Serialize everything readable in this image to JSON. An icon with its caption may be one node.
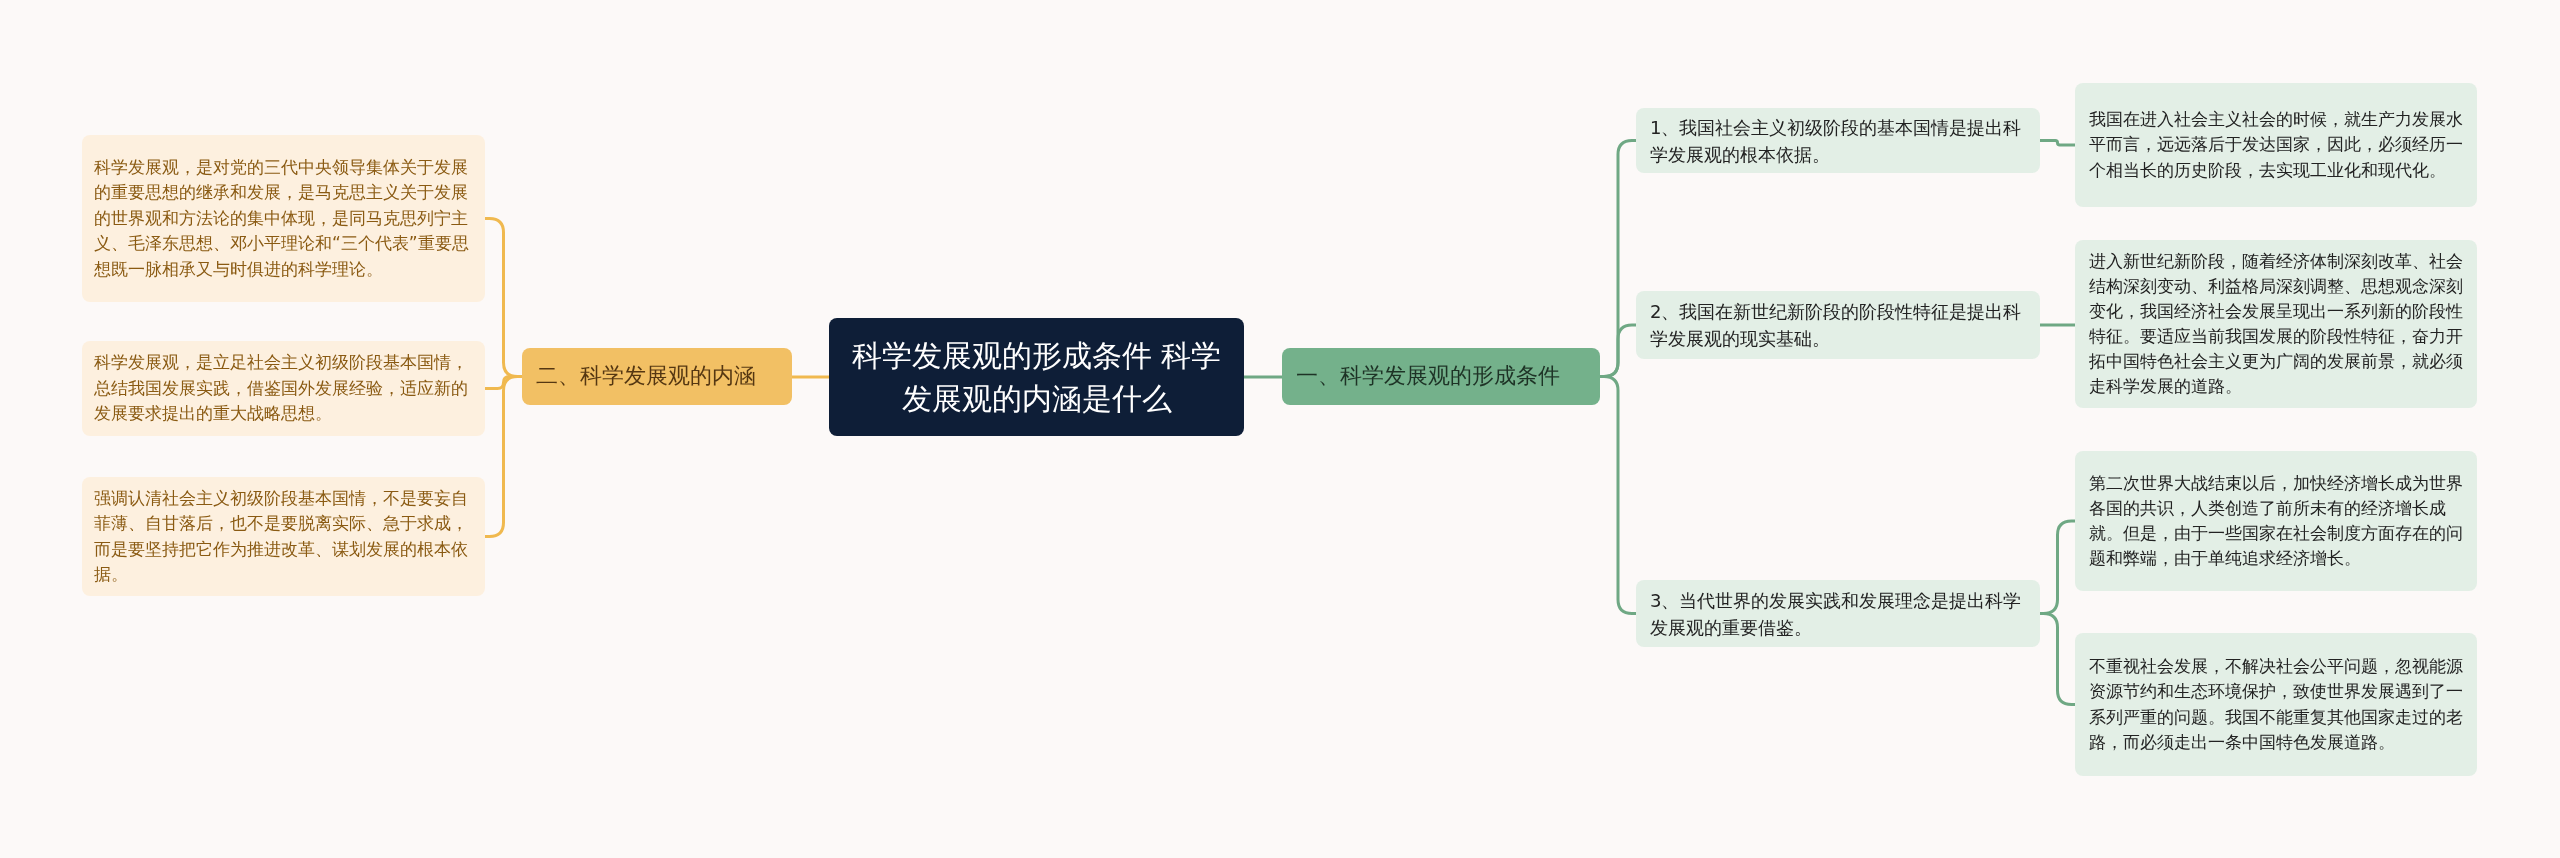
{
  "diagram": {
    "nodes": [
      {
        "text": [
          "科学发展观的形成条件 科学发展观的内涵是什么"
        ]
      },
      {
        "text": [
          "一、科学发展观的形成条件"
        ]
      },
      {
        "text": [
          "1、我国社会主义初级阶段的基本国情是提出科学发展观的根本依据。"
        ]
      },
      {
        "text": [
          "2、我国在新世纪新阶段的阶段性特征是提出科学发展观的现实基础。"
        ]
      },
      {
        "text": [
          "3、当代世界的发展实践和发展理念是提出科学发展观的重要借鉴。"
        ]
      },
      {
        "text": [
          "我国在进入社会主义社会的时候，就生产力发展水平而言，远远落后于发达国家，因此，必须经历一个相当长的历史阶段，去实现工业化和现代化。"
        ]
      },
      {
        "text": [
          "进入新世纪新阶段，随着经济体制深刻改革、社会结构深刻变动、利益格局深刻调整、思想观念深刻变化，我国经济社会发展呈现出一系列新的阶段性特征。要适应当前我国发展的阶段性特征，奋力开拓中国特色社会主义更为广阔的发展前景，就必须走科学发展的道路。"
        ]
      },
      {
        "text": [
          "第二次世界大战结束以后，加快经济增长成为世界各国的共识，人类创造了前所未有的经济增长成就。但是，由于一些国家在社会制度方面存在的问题和弊端，由于单纯追求经济增长。"
        ]
      },
      {
        "text": [
          "不重视社会发展，不解决社会公平问题，忽视能源资源节约和生态环境保护，致使世界发展遇到了一系列严重的问题。我国不能重复其他国家走过的老路，而必须走出一条中国特色发展道路。"
        ]
      },
      {
        "text": [
          "二、科学发展观的内涵"
        ]
      },
      {
        "text": [
          "科学发展观，是对党的三代中央领导集体关于发展的重要思想的继承和发展，是马克思主义关于发展的世界观和方法论的集中体现，是同马克思列宁主义、毛泽东思想、邓小平理论和“三个代表”重要思想既一脉相承又与时俱进的科学理论。"
        ]
      },
      {
        "text": [
          "科学发展观，是立足社会主义初级阶段基本国情，总结我国发展实践，借鉴国外发展经验，适应新的发展要求提出的重大战略思想。"
        ]
      },
      {
        "text": [
          "强调认清社会主义初级阶段基本国情，不是要妄自菲薄、自甘落后，也不是要脱离实际、急于求成，而是要坚持把它作为推进改革、谋划发展的根本依据。"
        ]
      }
    ],
    "edges": [
      {
        "from": 0,
        "to": 1,
        "arrow": "none"
      },
      {
        "from": 1,
        "to": 2,
        "arrow": "none"
      },
      {
        "from": 1,
        "to": 3,
        "arrow": "none"
      },
      {
        "from": 1,
        "to": 4,
        "arrow": "none"
      },
      {
        "from": 2,
        "to": 5,
        "arrow": "none"
      },
      {
        "from": 3,
        "to": 6,
        "arrow": "none"
      },
      {
        "from": 4,
        "to": 7,
        "arrow": "none"
      },
      {
        "from": 4,
        "to": 8,
        "arrow": "none"
      },
      {
        "from": 0,
        "to": 9,
        "arrow": "none",
        "color": "#f0b94f"
      },
      {
        "from": 9,
        "to": 10,
        "arrow": "none",
        "color": "#f0b94f"
      },
      {
        "from": 9,
        "to": 11,
        "arrow": "none",
        "color": "#f0b94f"
      },
      {
        "from": 9,
        "to": 12,
        "arrow": "none",
        "color": "#f0b94f"
      }
    ]
  }
}
